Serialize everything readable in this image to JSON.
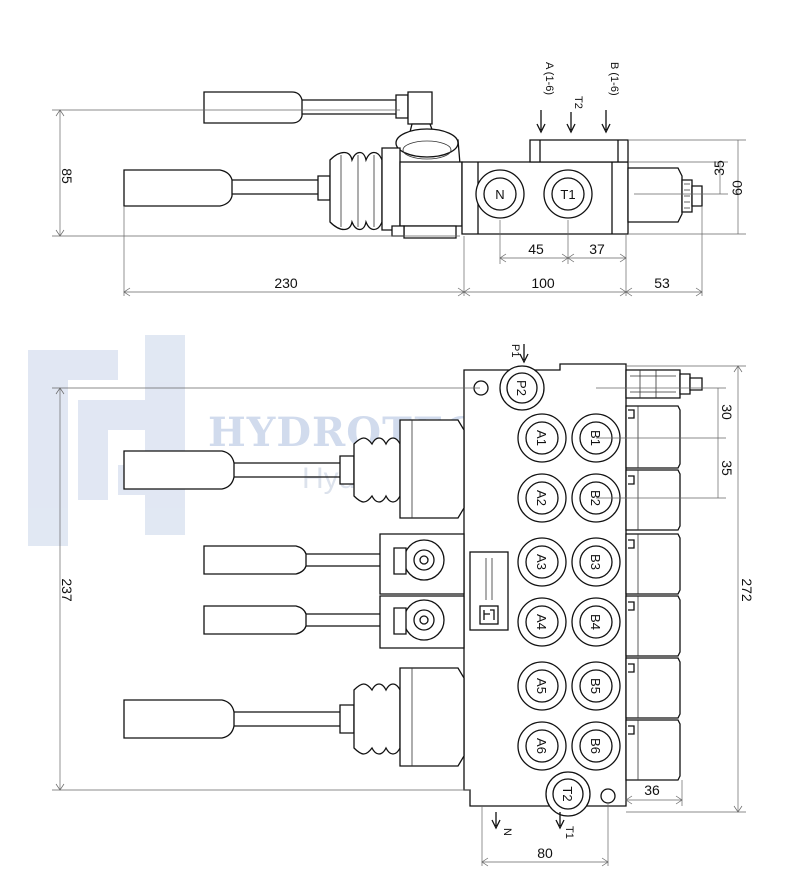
{
  "top_view": {
    "port_labels": {
      "a": "A (1-6)",
      "t2": "T2",
      "b": "B (1-6)",
      "n": "N",
      "t1": "T1"
    },
    "dims": {
      "d85": "85",
      "d60": "60",
      "d35": "35",
      "d45": "45",
      "d37": "37",
      "d230": "230",
      "d100": "100",
      "d53": "53"
    }
  },
  "front_view": {
    "ports": {
      "p1": "P1",
      "p2": "P2",
      "t2": "T2",
      "n": "N",
      "t1": "T1"
    },
    "sections": [
      {
        "a": "A1",
        "b": "B1"
      },
      {
        "a": "A2",
        "b": "B2"
      },
      {
        "a": "A3",
        "b": "B3"
      },
      {
        "a": "A4",
        "b": "B4"
      },
      {
        "a": "A5",
        "b": "B5"
      },
      {
        "a": "A6",
        "b": "B6"
      }
    ],
    "dims": {
      "d30": "30",
      "d35": "35",
      "d237": "237",
      "d272": "272",
      "d36": "36",
      "d80": "80"
    }
  },
  "watermark": {
    "brand": "HYDROTECHNIK24",
    "tagline": "Hydraulic Components"
  },
  "colors": {
    "watermark": "#c9d5ea",
    "line": "#111111"
  }
}
